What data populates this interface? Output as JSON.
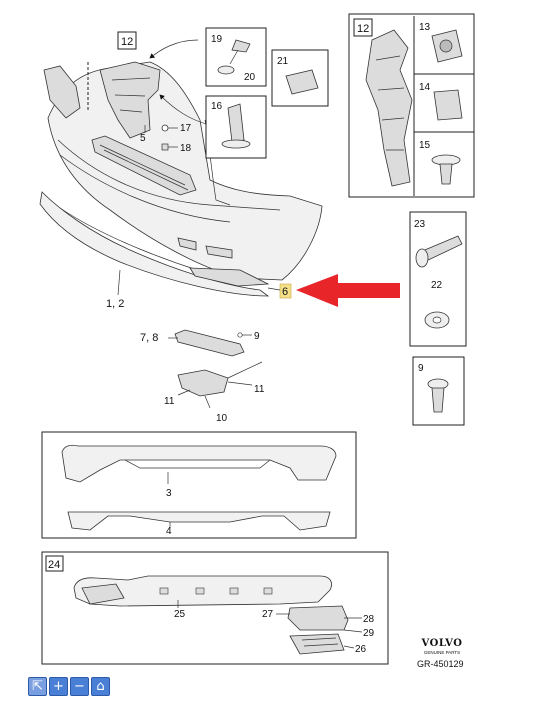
{
  "callouts": {
    "c12a": "12",
    "c19": "19",
    "c20": "20",
    "c21": "21",
    "c16": "16",
    "c17": "17",
    "c18": "18",
    "c5": "5",
    "c1_2": "1, 2",
    "c6": "6",
    "c7_8": "7, 8",
    "c9": "9",
    "c11a": "11",
    "c11b": "11",
    "c10": "10",
    "c12b": "12",
    "c13": "13",
    "c14": "14",
    "c15": "15",
    "c23": "23",
    "c22": "22",
    "c9b": "9",
    "c3": "3",
    "c4": "4",
    "c24": "24",
    "c25": "25",
    "c27": "27",
    "c28": "28",
    "c29": "29",
    "c26": "26"
  },
  "colors": {
    "arrow": "#e8262a",
    "highlight": "#f5e08a",
    "toolbar": "#4a7fd6"
  },
  "brand": {
    "name": "VOLVO",
    "sub": "GENUINE PARTS"
  },
  "reference": "GR-450129",
  "toolbar": {
    "icons": [
      "pointer-icon",
      "zoom-in-icon",
      "zoom-out-icon",
      "home-icon"
    ],
    "glyphs": [
      "⇱",
      "+",
      "−",
      "⌂"
    ]
  }
}
